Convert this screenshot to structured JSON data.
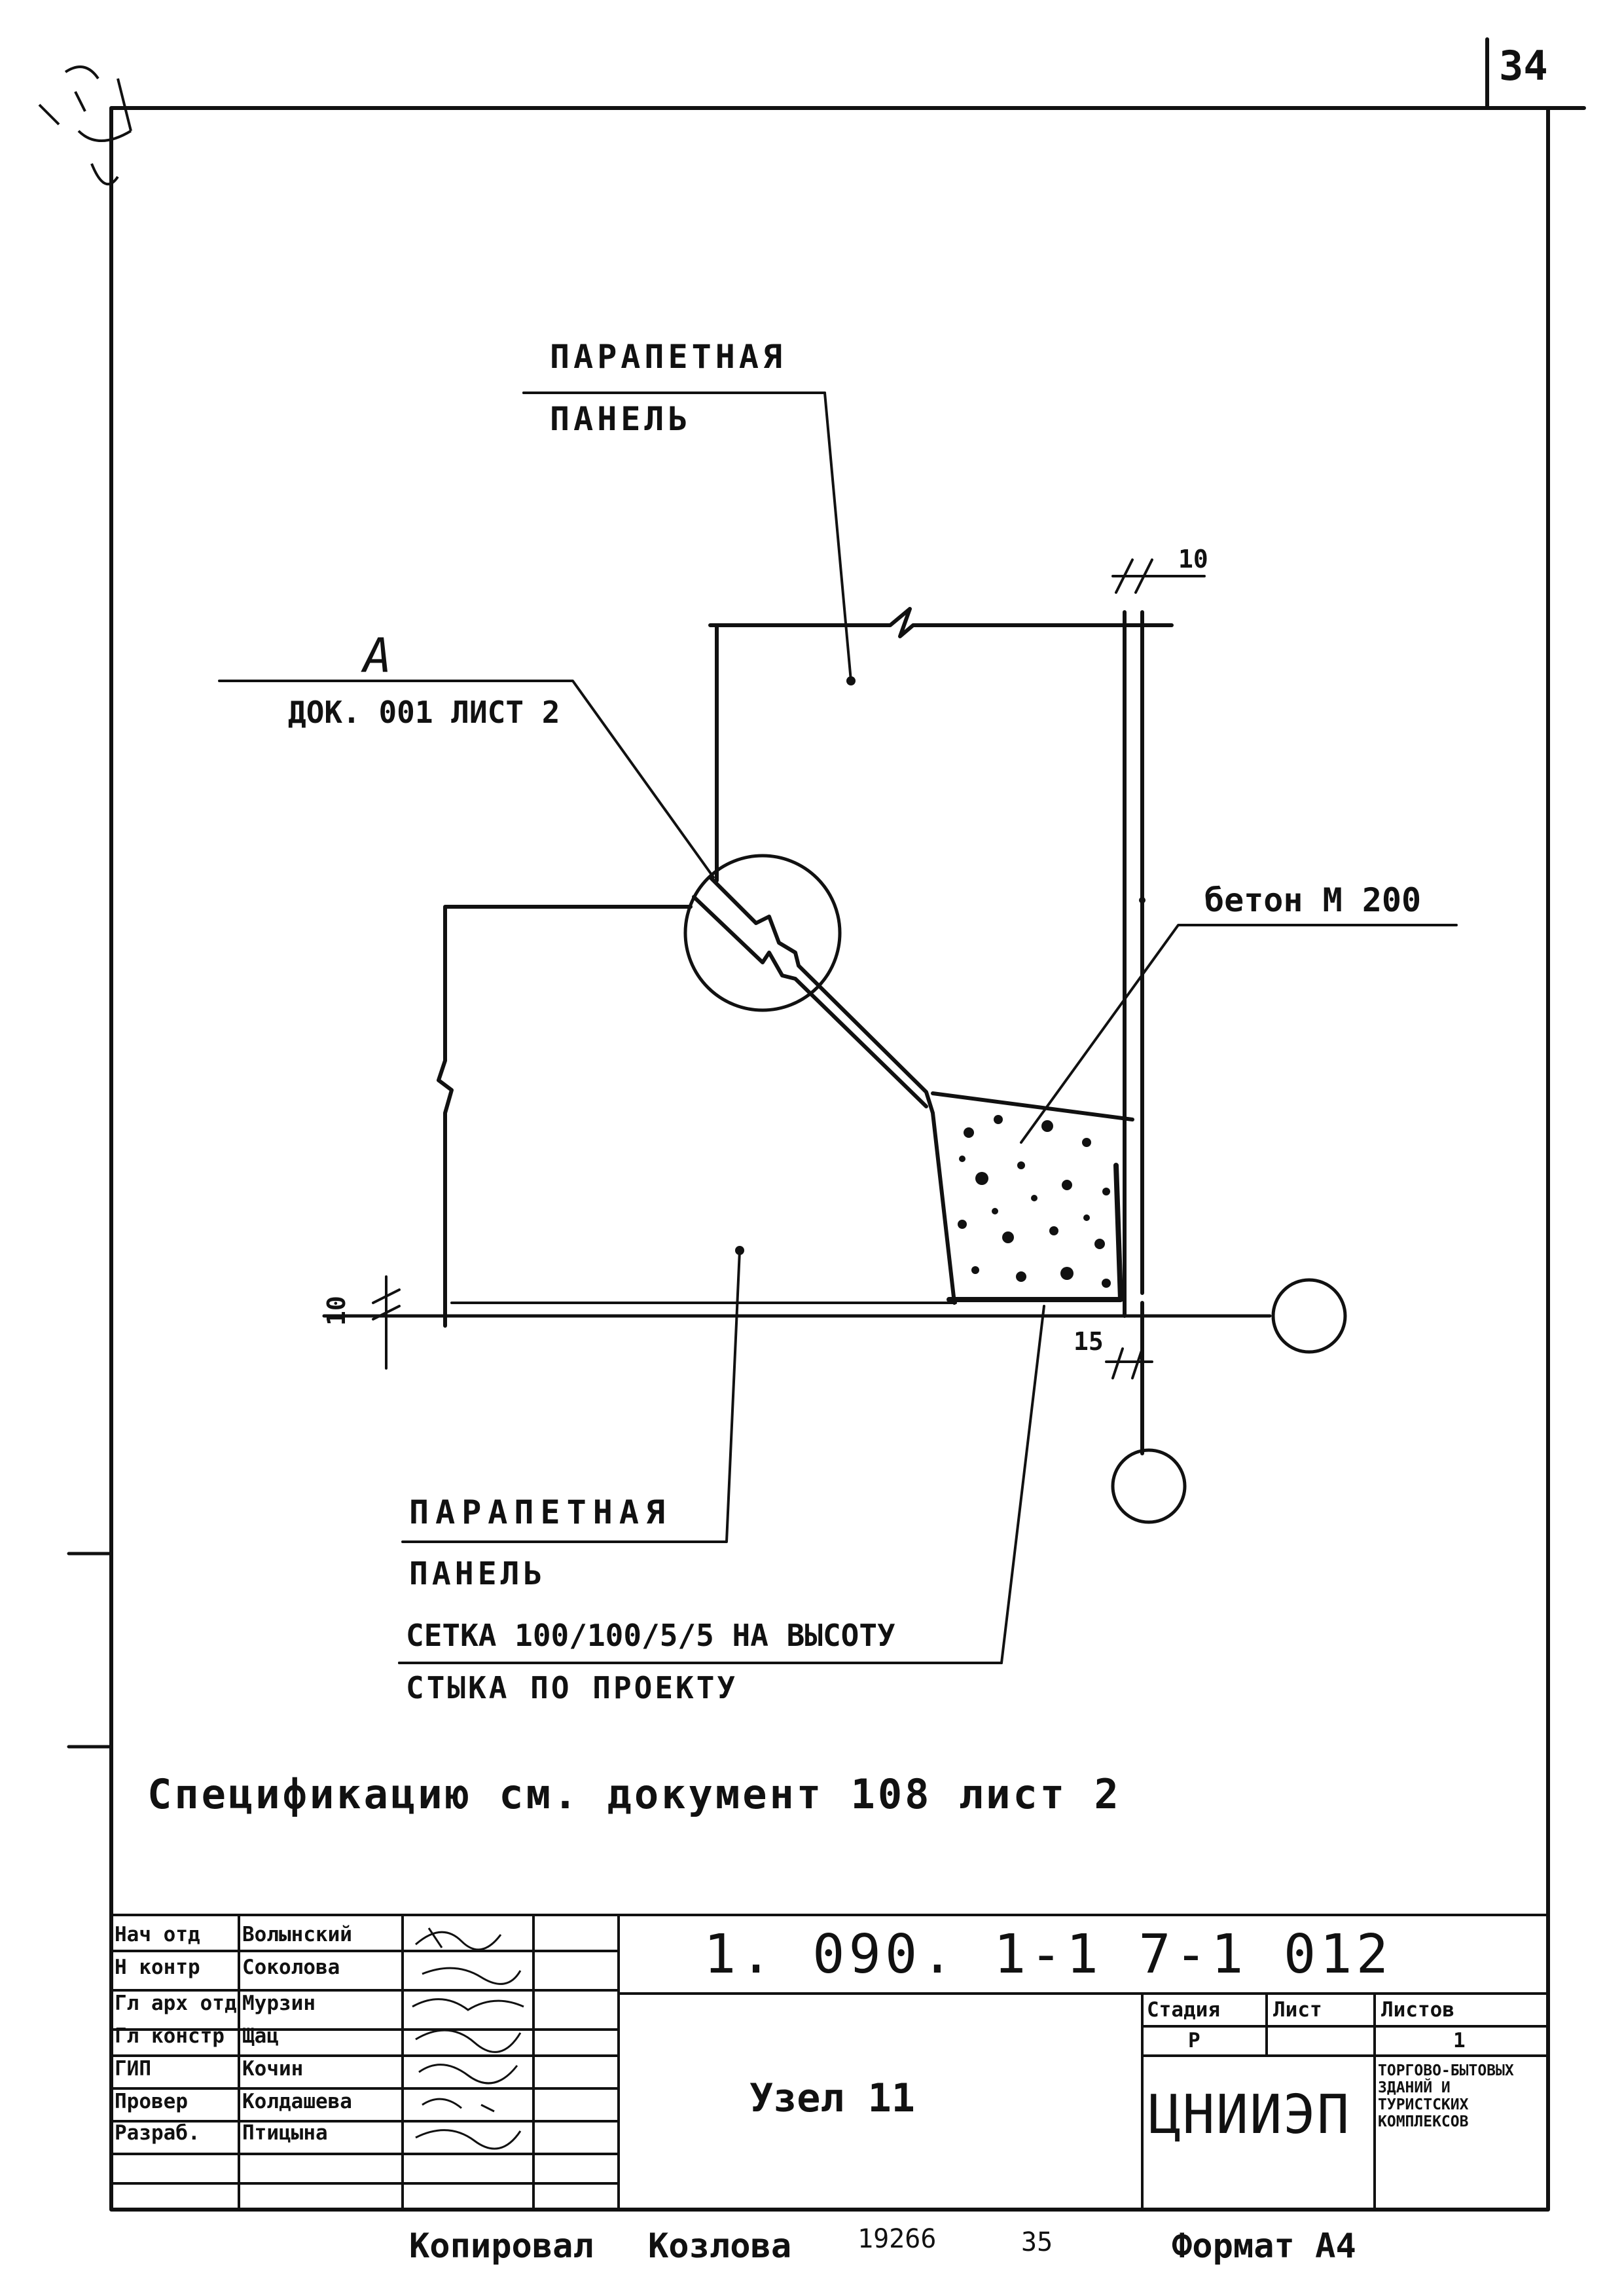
{
  "sheet_number": "34",
  "drawing": {
    "label_top_line1": "ПАРАПЕТНАЯ",
    "label_top_line2": "ПАНЕЛЬ",
    "detail_letter": "А",
    "detail_ref": "ДОК. 001 ЛИСТ 2",
    "concrete_label": "бетон М 200",
    "label_bottom_line1": "ПАРАПЕТНАЯ",
    "label_bottom_line2": "ПАНЕЛЬ",
    "mesh_line1": "СЕТКА 100/100/5/5 НА ВЫСОТУ",
    "mesh_line2": "СТЫКА ПО ПРОЕКТУ",
    "dim_top": "10",
    "dim_left": "10",
    "dim_bottom": "15"
  },
  "spec_note": "Спецификацию см. документ 108 лист 2",
  "title_block": {
    "doc_code": "1. 090. 1-1 7-1 012",
    "title": "Узел 11",
    "stage_header": "Стадия",
    "sheet_header": "Лист",
    "sheets_header": "Листов",
    "stage_value": "Р",
    "sheet_value": "",
    "sheets_value": "1",
    "org": "ЦНИИЭП",
    "org_desc": "ТОРГОВО-БЫТОВЫХ ЗДАНИЙ И ТУРИСТСКИХ КОМПЛЕКСОВ",
    "signatures": [
      {
        "role": "Нач отд",
        "name": "Волынский"
      },
      {
        "role": "Н контр",
        "name": "Соколова"
      },
      {
        "role": "Гл арх отд",
        "name": "Мурзин"
      },
      {
        "role": "Гл констр",
        "name": "Щац"
      },
      {
        "role": "ГИП",
        "name": "Кочин"
      },
      {
        "role": "Провер",
        "name": "Колдашева"
      },
      {
        "role": "Разраб.",
        "name": "Птицына"
      }
    ]
  },
  "footer": {
    "copied_label": "Копировал",
    "copied_by": "Козлова",
    "number": "19266",
    "page": "35",
    "format": "Формат А4"
  }
}
